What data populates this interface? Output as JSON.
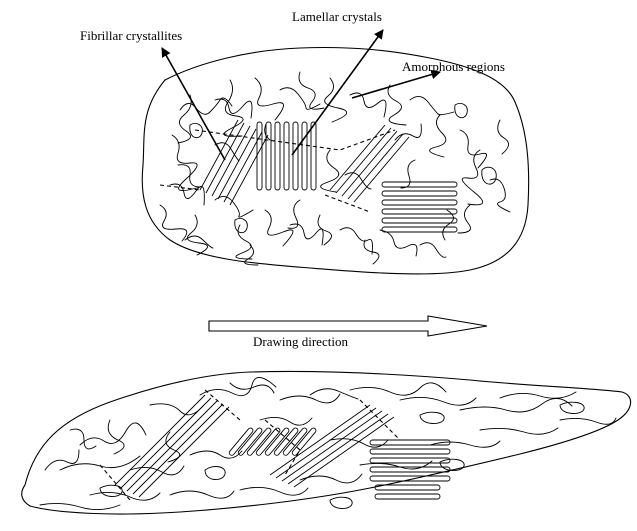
{
  "labels": {
    "lamellar": "Lamellar crystals",
    "fibrillar": "Fibrillar crystallites",
    "amorphous": "Amorphous regions",
    "drawing": "Drawing direction"
  }
}
